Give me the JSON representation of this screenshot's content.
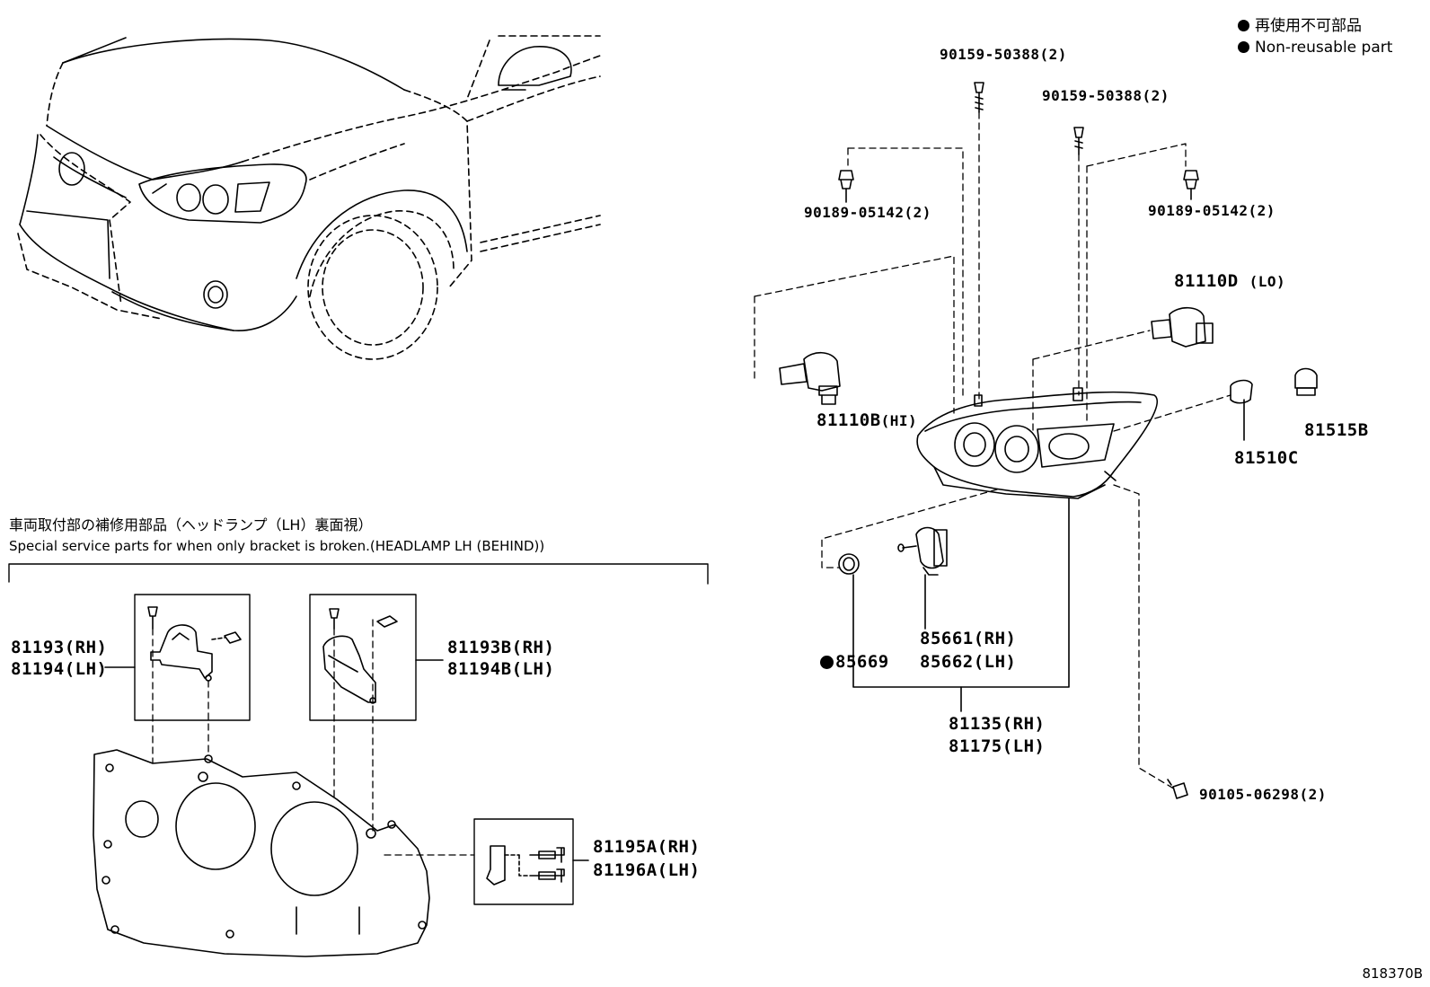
{
  "legend": {
    "jp": "再使用不可部品",
    "en": "Non-reusable part"
  },
  "section": {
    "title_jp": "車両取付部の補修用部品（ヘッドランプ（LH）裏面視）",
    "title_en": "Special service parts for when only bracket is broken.(HEADLAMP LH (BEHIND))"
  },
  "parts": {
    "bolt_a": "90159-50388(2)",
    "bolt_b": "90159-50388(2)",
    "nut_l": "90189-05142(2)",
    "nut_r": "90189-05142(2)",
    "bulb_lo": "81110D",
    "bulb_lo_suffix": "(LO)",
    "bulb_hi": "81110B",
    "bulb_hi_suffix": "(HI)",
    "bulb_side": "81510C",
    "socket": "81515B",
    "oring": "85669",
    "actuator_rh": "85661(RH)",
    "actuator_lh": "85662(LH)",
    "unit_rh": "81135(RH)",
    "unit_lh": "81175(LH)",
    "screw": "90105-06298(2)",
    "bracket1_rh": "81193(RH)",
    "bracket1_lh": "81194(LH)",
    "bracket2_rh": "81193B(RH)",
    "bracket2_lh": "81194B(LH)",
    "bracket3_rh": "81195A(RH)",
    "bracket3_lh": "81196A(LH)"
  },
  "diagram_code": "818370B"
}
